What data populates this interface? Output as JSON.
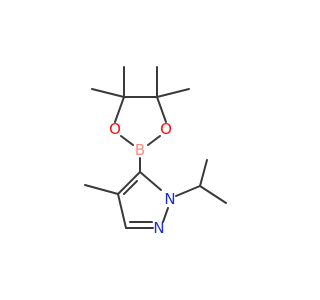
{
  "molecule": {
    "atoms": [
      {
        "id": "O1",
        "symbol": "O"
      },
      {
        "id": "O2",
        "symbol": "O"
      },
      {
        "id": "B",
        "symbol": "B"
      },
      {
        "id": "N1",
        "symbol": "N"
      },
      {
        "id": "N2",
        "symbol": "N"
      }
    ]
  },
  "colors": {
    "carbon_bond": "#3a3a3a",
    "oxygen": "#ff0d0d",
    "boron": "#ff8a80",
    "nitrogen": "#1b2fd6"
  }
}
